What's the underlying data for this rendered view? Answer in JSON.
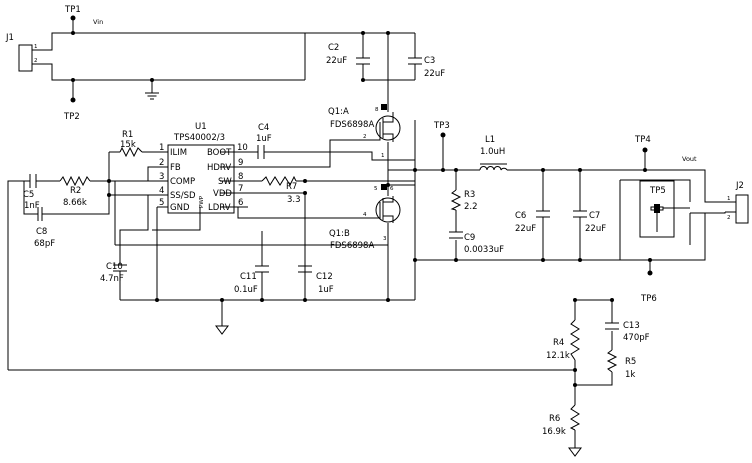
{
  "test_points": {
    "tp1": "TP1",
    "tp2": "TP2",
    "tp3": "TP3",
    "tp4": "TP4",
    "tp5": "TP5",
    "tp6": "TP6"
  },
  "connectors": {
    "j1": "J1",
    "j2": "J2",
    "j1_pin1": "1",
    "j1_pin2": "2",
    "j2_pin1": "1",
    "j2_pin2": "2"
  },
  "nets": {
    "vin": "Vin",
    "vout": "Vout"
  },
  "ic": {
    "ref": "U1",
    "part": "TPS40002/3",
    "pins": [
      {
        "num": "1",
        "name": "ILIM"
      },
      {
        "num": "2",
        "name": "FB"
      },
      {
        "num": "3",
        "name": "COMP"
      },
      {
        "num": "4",
        "name": "SS/SD"
      },
      {
        "num": "5",
        "name": "GND"
      },
      {
        "num": "10",
        "name": "BOOT"
      },
      {
        "num": "9",
        "name": "HDRV"
      },
      {
        "num": "8",
        "name": "SW"
      },
      {
        "num": "7",
        "name": "VDD"
      },
      {
        "num": "6",
        "name": "LDRV"
      }
    ],
    "pad_label": "PWP"
  },
  "components": {
    "r1": {
      "ref": "R1",
      "value": "15k"
    },
    "r2": {
      "ref": "R2",
      "value": "8.66k"
    },
    "r3": {
      "ref": "R3",
      "value": "2.2"
    },
    "r4": {
      "ref": "R4",
      "value": "12.1k"
    },
    "r5": {
      "ref": "R5",
      "value": "1k"
    },
    "r6": {
      "ref": "R6",
      "value": "16.9k"
    },
    "r7": {
      "ref": "R7",
      "value": "3.3"
    },
    "c2": {
      "ref": "C2",
      "value": "22uF"
    },
    "c3": {
      "ref": "C3",
      "value": "22uF"
    },
    "c4": {
      "ref": "C4",
      "value": "1uF"
    },
    "c5": {
      "ref": "C5",
      "value": "1nF"
    },
    "c6": {
      "ref": "C6",
      "value": "22uF"
    },
    "c7": {
      "ref": "C7",
      "value": "22uF"
    },
    "c8": {
      "ref": "C8",
      "value": "68pF"
    },
    "c9": {
      "ref": "C9",
      "value": "0.0033uF"
    },
    "c10": {
      "ref": "C10",
      "value": "4.7nF"
    },
    "c11": {
      "ref": "C11",
      "value": "0.1uF"
    },
    "c12": {
      "ref": "C12",
      "value": "1uF"
    },
    "c13": {
      "ref": "C13",
      "value": "470pF"
    },
    "l1": {
      "ref": "L1",
      "value": "1.0uH"
    },
    "q1a": {
      "ref": "Q1:A",
      "part": "FDS6898A",
      "pin_d": "8",
      "pin_g": "2",
      "pin_s": "1"
    },
    "q1b": {
      "ref": "Q1:B",
      "part": "FDS6898A",
      "pin_d": "5",
      "pin_d2": "6",
      "pin_g": "4",
      "pin_s": "3"
    }
  }
}
